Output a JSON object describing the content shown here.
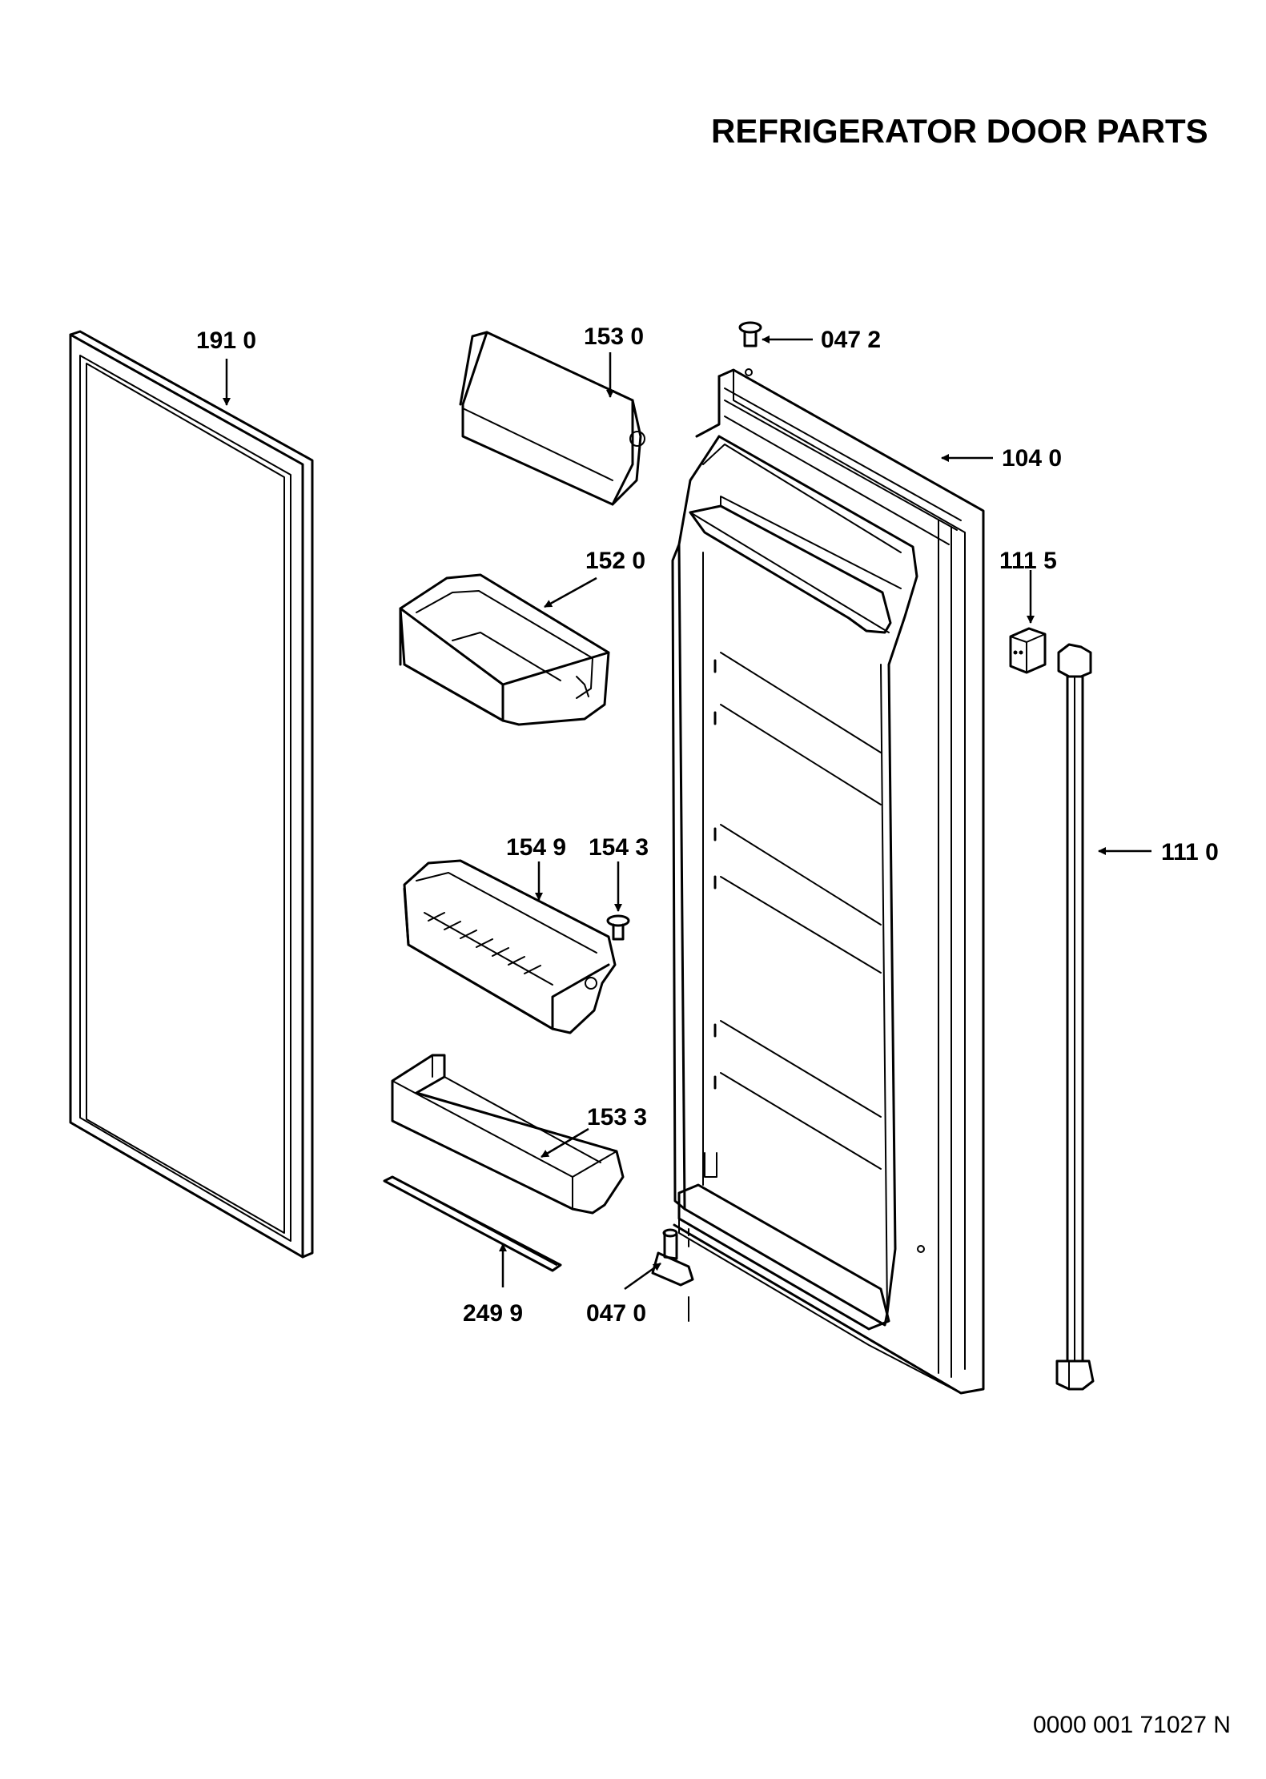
{
  "title": "REFRIGERATOR DOOR PARTS",
  "document_code": "0000 001 71027 N",
  "parts": [
    {
      "id": "gasket",
      "label": "191 0"
    },
    {
      "id": "top-cover",
      "label": "153 0"
    },
    {
      "id": "top-screw",
      "label": "047 2"
    },
    {
      "id": "door",
      "label": "104 0"
    },
    {
      "id": "upper-bin",
      "label": "152 0"
    },
    {
      "id": "handle-cap",
      "label": "111 5"
    },
    {
      "id": "middle-bin",
      "label": "154 9"
    },
    {
      "id": "bin-screw",
      "label": "154 3"
    },
    {
      "id": "handle",
      "label": "111 0"
    },
    {
      "id": "lower-shelf",
      "label": "153 3"
    },
    {
      "id": "shelf-strip",
      "label": "249 9"
    },
    {
      "id": "bottom-hinge",
      "label": "047 0"
    }
  ]
}
